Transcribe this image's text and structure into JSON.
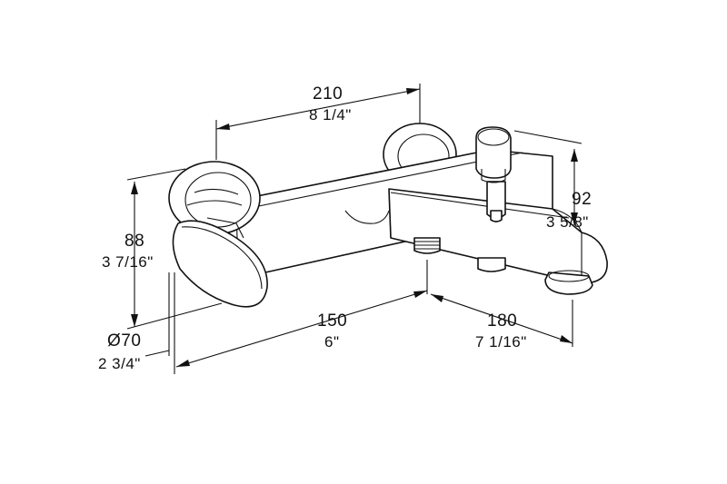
{
  "dimensions": {
    "width_top": {
      "mm": "210",
      "inch": "8 1/4\""
    },
    "height_left": {
      "mm": "88",
      "inch": "3 7/16\""
    },
    "height_right": {
      "mm": "92",
      "inch": "3 5/8\""
    },
    "diameter": {
      "mm": "Ø70",
      "inch": "2 3/4\""
    },
    "center_distance": {
      "mm": "150",
      "inch": "6\""
    },
    "spout_length": {
      "mm": "180",
      "inch": "7 1/16\""
    }
  },
  "colors": {
    "background": "#ffffff",
    "line": "#111111"
  }
}
